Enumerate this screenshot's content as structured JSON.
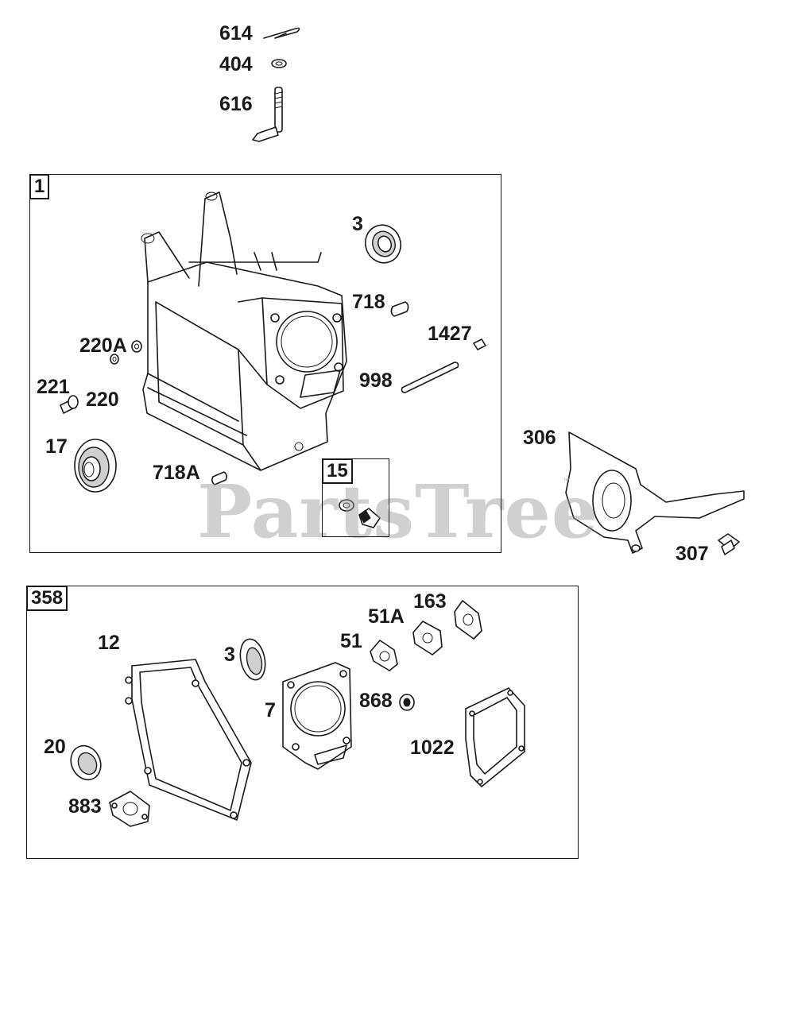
{
  "watermark": {
    "brand": "PartsTree",
    "trademark": "™"
  },
  "groups": {
    "short_block": {
      "tag": "1"
    },
    "oil_drain": {
      "tag": "15"
    },
    "gasket_set": {
      "tag": "358"
    }
  },
  "labels": {
    "p614": "614",
    "p404": "404",
    "p616": "616",
    "p3_top": "3",
    "p718": "718",
    "p1427": "1427",
    "p998": "998",
    "p220A": "220A",
    "p221": "221",
    "p220": "220",
    "p17": "17",
    "p718A": "718A",
    "p306": "306",
    "p307": "307",
    "p12": "12",
    "p3_bottom": "3",
    "p7": "7",
    "p51": "51",
    "p51A": "51A",
    "p163": "163",
    "p868": "868",
    "p1022": "1022",
    "p20": "20",
    "p883": "883"
  }
}
